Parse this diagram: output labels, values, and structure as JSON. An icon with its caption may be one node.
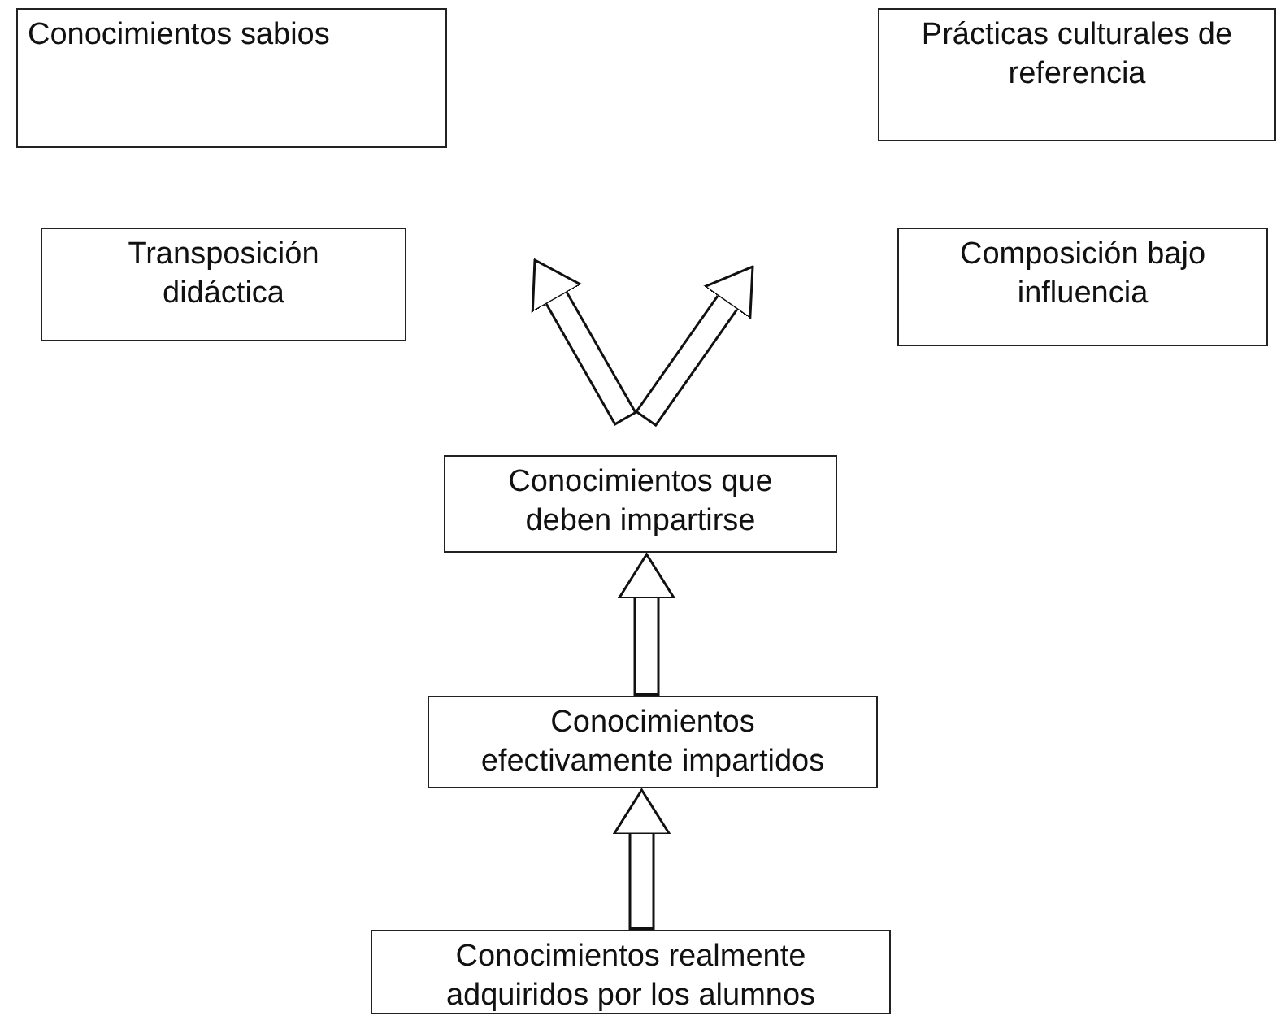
{
  "diagram": {
    "nodes": [
      {
        "text": [
          "Conocimientos sabios"
        ]
      },
      {
        "text": [
          "Prácticas culturales de referencia"
        ]
      },
      {
        "text": [
          "Transposición didáctica"
        ]
      },
      {
        "text": [
          "Composición bajo influencia"
        ]
      },
      {
        "text": [
          "Conocimientos que deben impartirse"
        ]
      },
      {
        "text": [
          "Conocimientos efectivamente impartidos"
        ]
      },
      {
        "text": [
          "Conocimientos realmente adquiridos por los alumnos"
        ]
      }
    ],
    "edges": [
      {
        "from": 4,
        "to": null,
        "arrow": "to"
      },
      {
        "from": 4,
        "to": null,
        "arrow": "to"
      },
      {
        "from": 5,
        "to": 4,
        "arrow": "to"
      },
      {
        "from": 6,
        "to": 5,
        "arrow": "to"
      }
    ]
  }
}
